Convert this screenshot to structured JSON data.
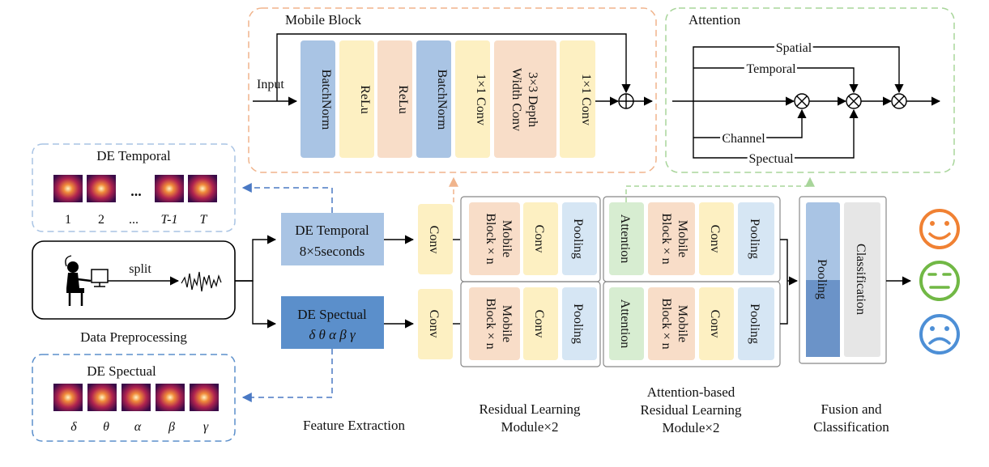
{
  "mobile_block": {
    "title": "Mobile Block",
    "input_label": "Input",
    "layers": [
      "BatchNorm",
      "ReLu",
      "ReLu",
      "BatchNorm",
      "1×1 Conv",
      "3×3 Depth",
      "Width Conv",
      "1×1 Conv"
    ]
  },
  "attention_block": {
    "title": "Attention",
    "paths": [
      "Spatial",
      "Temporal",
      "Channel",
      "Spectual"
    ]
  },
  "de_temporal_panel": {
    "title": "DE Temporal",
    "frame_labels": [
      "1",
      "2",
      "...",
      "T-1",
      "T"
    ],
    "ellipsis": "..."
  },
  "de_spectual_panel": {
    "title": "DE Spectual",
    "band_labels": [
      "δ",
      "θ",
      "α",
      "β",
      "γ"
    ]
  },
  "preprocessing": {
    "split_label": "split",
    "caption": "Data Preprocessing"
  },
  "feature_extraction": {
    "temporal_box": [
      "DE Temporal",
      "8×5seconds"
    ],
    "spectual_box": [
      "DE Spectual",
      "δ  θ  α  β  γ"
    ],
    "caption": "Feature Extraction"
  },
  "modules": {
    "conv": "Conv",
    "mobile": [
      "Mobile",
      "Block × n"
    ],
    "pooling": "Pooling",
    "attention": "Attention"
  },
  "fusion": {
    "pooling": "Pooling",
    "classification": "Classification"
  },
  "captions": {
    "residual": [
      "Residual Learning",
      "Module×2"
    ],
    "attention_residual": [
      "Attention-based",
      "Residual Learning",
      "Module×2"
    ],
    "fusion": [
      "Fusion and",
      "Classification"
    ]
  },
  "colors": {
    "batchnorm": "#a9c4e4",
    "relu_yellow": "#fdf0c2",
    "relu_orange": "#f8ddc8",
    "conv_yellow": "#fdf0c2",
    "depth_orange": "#f8ddc8",
    "pooling_blue": "#d6e6f4",
    "attention_green": "#d7edd1",
    "temporal_box": "#a9c4e4",
    "spectual_box": "#5b8fcb",
    "pooling_dark": "#6b93c8",
    "classification_gray": "#e6e6e6",
    "happy": "#f08133",
    "neutral": "#71b845",
    "sad": "#4d8fd6"
  },
  "emotion_icons": [
    "happy-face-icon",
    "neutral-face-icon",
    "sad-face-icon"
  ]
}
